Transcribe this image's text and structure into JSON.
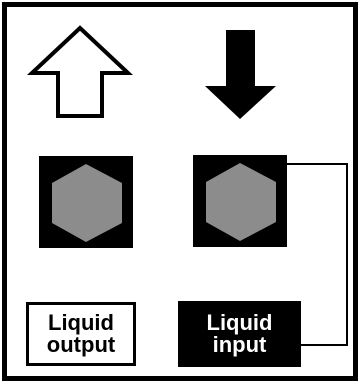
{
  "labels": {
    "liquid_output": [
      "Liquid",
      "output"
    ],
    "liquid_input": [
      "Liquid",
      "input"
    ]
  },
  "arrows": {
    "output_arrow": {
      "direction": "up",
      "style": "outline"
    },
    "input_arrow": {
      "direction": "down",
      "style": "solid"
    }
  },
  "ports": [
    {
      "name": "output-port",
      "shape": "hexagon"
    },
    {
      "name": "input-port",
      "shape": "hexagon"
    }
  ],
  "colors": {
    "frame": "#000000",
    "background": "#ffffff",
    "port_square": "#000000",
    "hexagon": "#8c8c8c",
    "input_label_bg": "#000000",
    "input_label_text": "#ffffff",
    "output_label_bg": "#ffffff",
    "output_label_text": "#000000"
  }
}
